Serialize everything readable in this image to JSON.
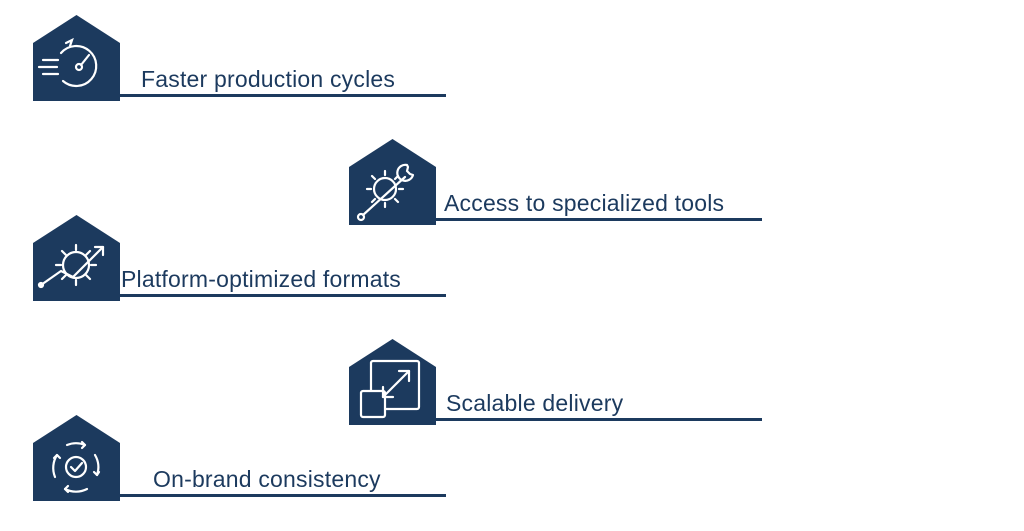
{
  "colors": {
    "primary": "#1c3a5e",
    "background": "#ffffff",
    "icon_stroke": "#ffffff"
  },
  "items": [
    {
      "label": "Faster production cycles",
      "icon": "speedometer-icon"
    },
    {
      "label": "Access to specialized tools",
      "icon": "gear-wrench-icon"
    },
    {
      "label": "Platform-optimized formats",
      "icon": "gear-growth-chart-icon"
    },
    {
      "label": "Scalable delivery",
      "icon": "resize-arrow-icon"
    },
    {
      "label": "On-brand consistency",
      "icon": "cycle-check-icon"
    }
  ]
}
